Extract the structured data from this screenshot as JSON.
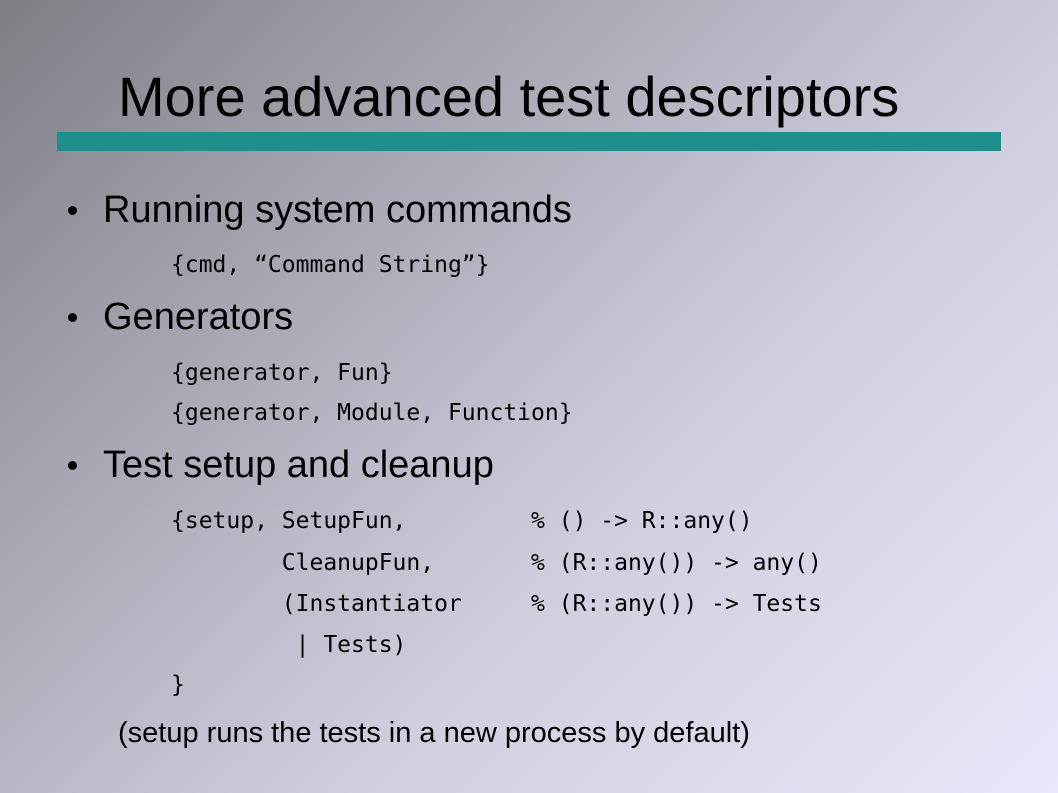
{
  "slide": {
    "title": "More advanced test descriptors",
    "bullets": [
      {
        "text": "Running system commands",
        "code": [
          "{cmd, “Command String”}"
        ]
      },
      {
        "text": "Generators",
        "code": [
          "{generator, Fun}",
          "{generator, Module, Function}"
        ]
      },
      {
        "text": "Test setup and cleanup",
        "code": [
          "{setup, SetupFun,         % () -> R::any()",
          "        CleanupFun,       % (R::any()) -> any()",
          "        (Instantiator     % (R::any()) -> Tests",
          "         | Tests)",
          "}"
        ]
      }
    ],
    "note": "(setup runs the tests in a new process by default)"
  },
  "colors": {
    "title_bar": "#1f8f8b",
    "background_start": "#7e7e84",
    "background_end": "#e8e8fa"
  }
}
